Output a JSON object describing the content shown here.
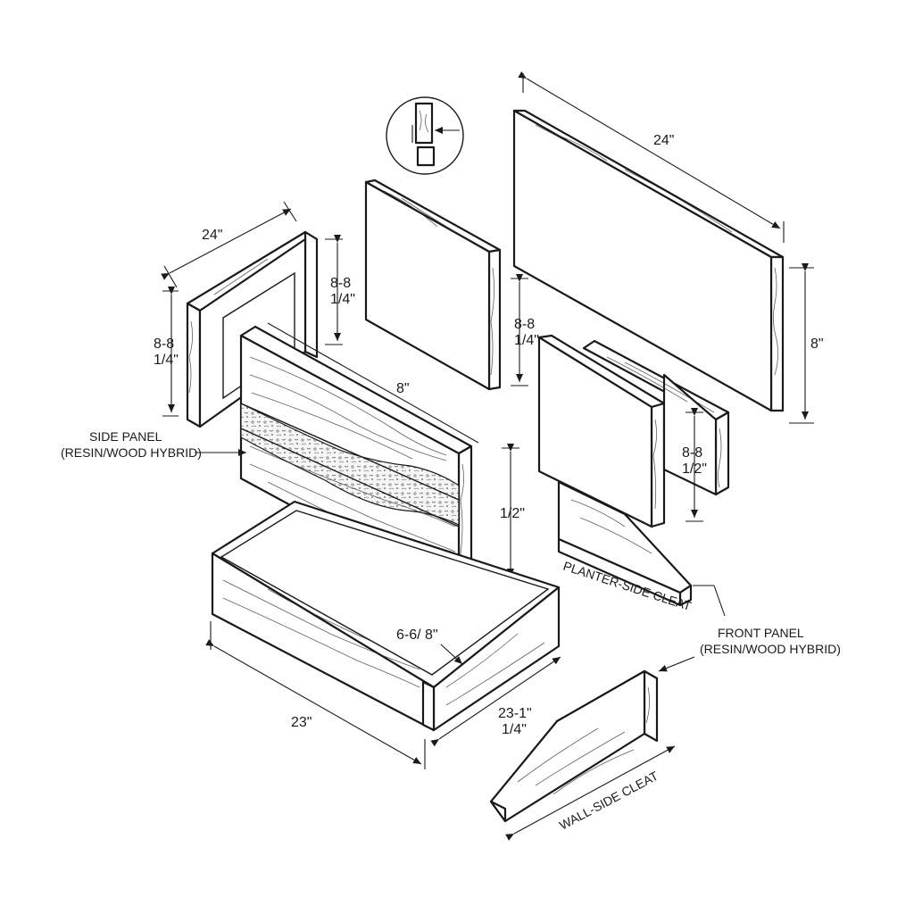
{
  "labels": {
    "dim_top_panel_width": "24\"",
    "dim_top_panel_height": "8\"",
    "dim_left_panel_width": "24\"",
    "dim_left_panel_height_a": "8-8",
    "dim_left_panel_height_b": "1/4\"",
    "dim_mid_panel_height_a": "8-8",
    "dim_mid_panel_height_b": "1/4\"",
    "dim_right_mid_a": "8-8",
    "dim_right_mid_b": "1/4\"",
    "dim_hybrid_width": "8\"",
    "dim_hybrid_height": "1/2\"",
    "dim_small_panel_a": "8-8",
    "dim_small_panel_b": "1/2\"",
    "dim_base_inner": "6-6/ 8\"",
    "dim_base_length": "23\"",
    "dim_base_depth_a": "23-1\"",
    "dim_base_depth_b": "1/4\"",
    "side_panel_line1": "SIDE PANEL",
    "side_panel_line2": "(RESIN/WOOD HYBRID)",
    "front_panel_line1": "FRONT PANEL",
    "front_panel_line2": "(RESIN/WOOD HYBRID)",
    "planter_side_cleat": "PLANTER-SIDE CLEAT",
    "wall_side_cleat": "WALL-SIDE CLEAT"
  },
  "colors": {
    "ink": "#1a1a1a",
    "paper": "#ffffff",
    "resin": "#f4f4f4"
  }
}
